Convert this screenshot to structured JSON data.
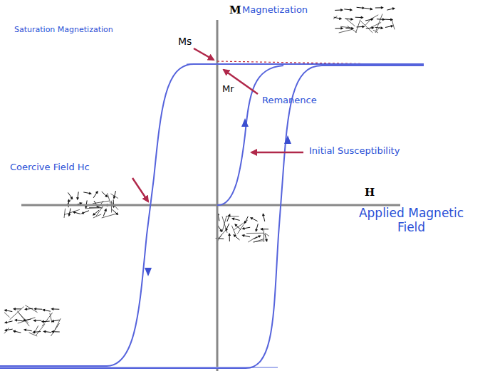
{
  "diagram": {
    "labels": [
      "M",
      "Magnetization",
      "Saturation Magnetization",
      "Ms",
      "Mr",
      "Remanence",
      "Initial Susceptibility",
      "Coercive Field Hc",
      "H",
      "Applied Magnetic Field"
    ]
  }
}
